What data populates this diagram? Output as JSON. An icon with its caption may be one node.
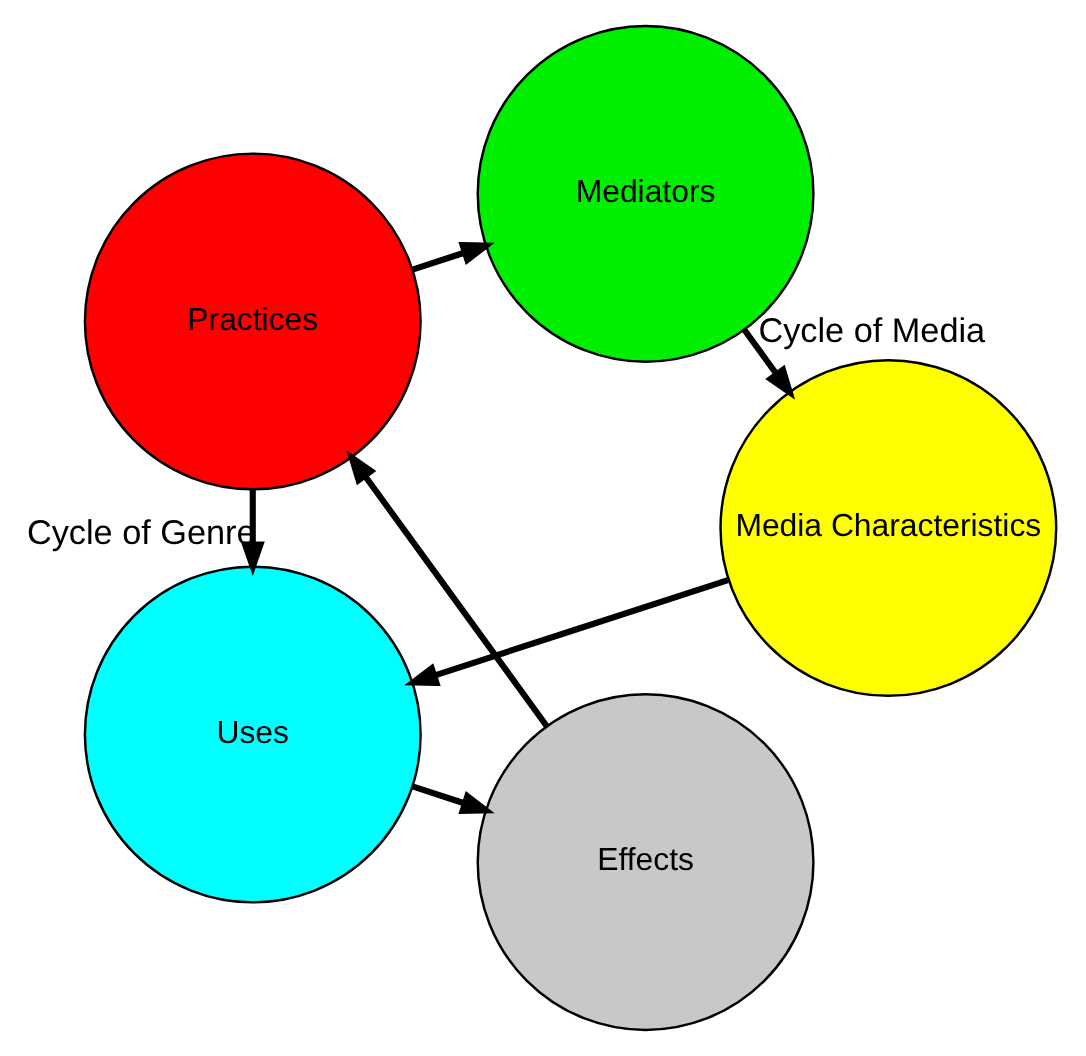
{
  "diagram": {
    "nodes": [
      {
        "text": [
          "Effects"
        ]
      },
      {
        "text": [
          "Uses"
        ]
      },
      {
        "text": [
          "Practices"
        ]
      },
      {
        "text": [
          "Media Characteristics"
        ]
      },
      {
        "text": [
          "Mediators"
        ]
      }
    ],
    "edges": [
      {
        "from": 1,
        "to": 0,
        "arrow": "to"
      },
      {
        "from": 0,
        "to": 2,
        "arrow": "to"
      },
      {
        "from": 2,
        "to": 4,
        "arrow": "to"
      },
      {
        "from": 4,
        "to": 3,
        "arrow": "to",
        "label": "Cycle of Media"
      },
      {
        "from": 3,
        "to": 1,
        "arrow": "to"
      },
      {
        "from": 2,
        "to": 1,
        "arrow": "to",
        "label": "Cycle of Genre"
      }
    ]
  }
}
